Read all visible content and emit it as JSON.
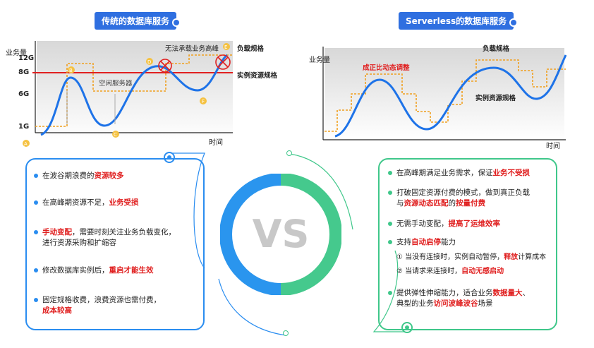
{
  "titles": {
    "traditional": "传统的数据库服务",
    "serverless": "Serverless的数据库服务"
  },
  "left_chart": {
    "y_axis_label": "业务量",
    "x_axis_label": "时间",
    "ticks": [
      "12G",
      "8G",
      "6G",
      "1G"
    ],
    "idle_server": "空闲服务器",
    "cannot_handle": "无法承载业务高峰",
    "load_spec": "负载规格",
    "instance_spec": "实例资源规格",
    "markers": [
      "A",
      "B",
      "C",
      "D",
      "E",
      "F"
    ]
  },
  "right_chart": {
    "y_axis_label": "业务量",
    "x_axis_label": "时间",
    "proportional": "成正比动态调整",
    "load_spec": "负载规格",
    "instance_spec": "实例资源规格"
  },
  "vs_label": "VS",
  "left_panel": {
    "items": [
      {
        "pre": "在波谷期浪费的",
        "hl": "资源较多",
        "post": ""
      },
      {
        "pre": "在高峰期资源不足，",
        "hl": "业务受损",
        "post": ""
      },
      {
        "pre": "",
        "hl": "手动变配",
        "post": "，需要时刻关注业务负载变化，",
        "line2": "进行资源采购和扩缩容"
      },
      {
        "pre": "修改数据库实例后，",
        "hl": "重启才能生效",
        "post": ""
      },
      {
        "pre": "固定规格收费，浪费资源也需付费，",
        "hl": "",
        "post": "",
        "line2_hl": "成本较高"
      }
    ]
  },
  "right_panel": {
    "item1": {
      "pre": "在高峰期满足业务需求，保证",
      "hl": "业务不受损"
    },
    "item2": {
      "pre": "打破固定资源付费的模式，做到真正负载",
      "line2_pre": "与",
      "line2_hl1": "资源动态匹配",
      "line2_mid": "的",
      "line2_hl2": "按量付费"
    },
    "item3": {
      "pre": "无需手动变配，",
      "hl": "提高了运维效率"
    },
    "item4": {
      "pre": "支持",
      "hl": "自动启停",
      "post": "能力"
    },
    "sub1": {
      "num": "①",
      "pre": "当没有连接时，实例自动暂停，",
      "hl": "释放",
      "post": "计算成本"
    },
    "sub2": {
      "num": "②",
      "pre": "当请求来连接时，",
      "hl": "自动无感启动"
    },
    "item5": {
      "pre": "提供弹性伸缩能力，适合业务",
      "hl": "数据量大",
      "post": "、",
      "line2_pre": "典型的业务",
      "line2_hl": "访问波峰波谷",
      "line2_post": "场景"
    }
  },
  "colors": {
    "blue": "#2a8df0",
    "green": "#3fc78a",
    "red": "#e02020",
    "orange": "#f0a020"
  }
}
